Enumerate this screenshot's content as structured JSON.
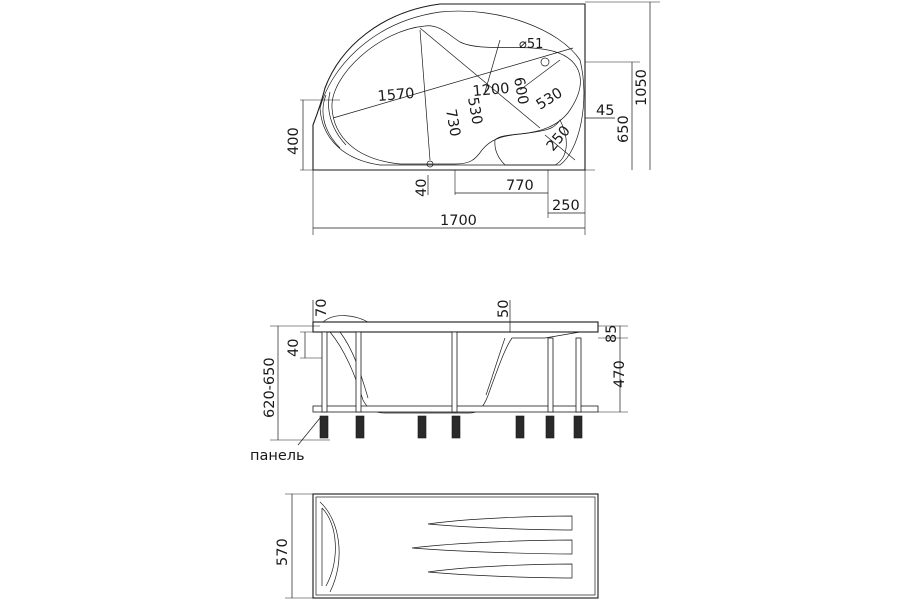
{
  "top_view": {
    "overall_length": "1700",
    "overall_width": "1050",
    "left_side_height": "400",
    "right_side_height": "650",
    "corner_offset": "45",
    "inner_length": "1570",
    "inner_width": "1200",
    "inner_depth_1": "600",
    "inner_depth_2": "530",
    "inner_depth_3": "530",
    "inner_depth_4": "730",
    "seat_width": "250",
    "seat_depth": "250",
    "drain_offset": "40",
    "step_length": "770",
    "drain_diameter": "⌀51"
  },
  "side_view": {
    "total_height_range": "620-650",
    "rim_height": "70",
    "rim_left": "40",
    "rim_center": "50",
    "rim_right": "85",
    "depth": "470",
    "panel_label": "панель"
  },
  "bottom_view": {
    "width": "570"
  }
}
